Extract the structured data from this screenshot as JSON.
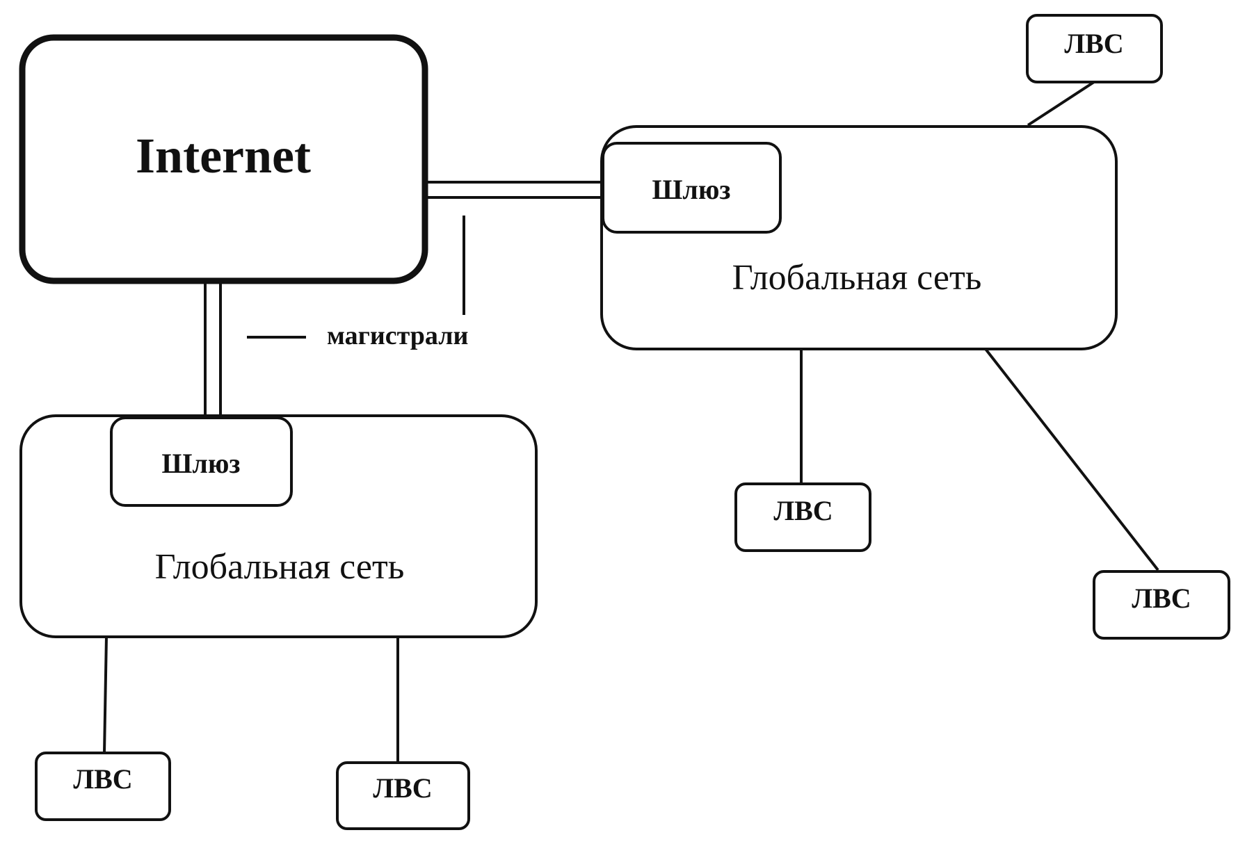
{
  "nodes": {
    "internet": "Internet",
    "wan_left": "Глобальная сеть",
    "wan_right": "Глобальная сеть",
    "gateway_left": "Шлюз",
    "gateway_right": "Шлюз",
    "lan_top_right": "ЛВС",
    "lan_middle_right": "ЛВС",
    "lan_far_right": "ЛВС",
    "lan_bottom_left": "ЛВС",
    "lan_bottom_middle": "ЛВС"
  },
  "legend": {
    "backbones": "магистрали"
  },
  "colors": {
    "stroke": "#111111",
    "background": "#ffffff"
  }
}
